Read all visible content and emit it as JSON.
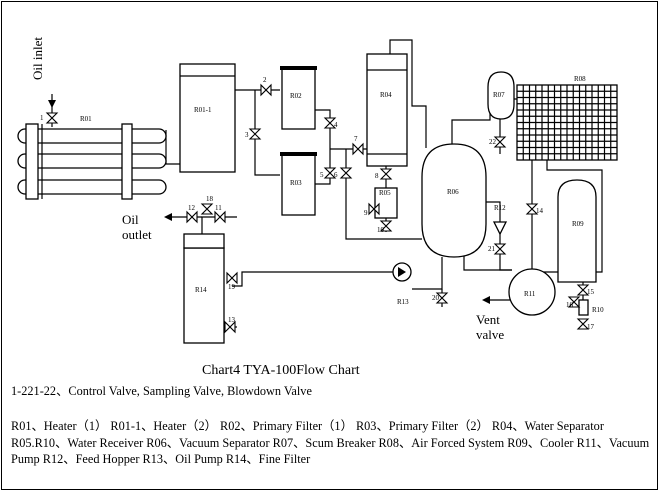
{
  "diagram": {
    "title": "Chart4 TYA-100Flow Chart",
    "stream_labels": {
      "oil_inlet": "Oil inlet",
      "oil_outlet_1": "Oil",
      "oil_outlet_2": "outlet",
      "vent_1": "Vent",
      "vent_2": "valve"
    },
    "equipment": {
      "r01": "R01",
      "r01_1": "R01-1",
      "r02": "R02",
      "r03": "R03",
      "r04": "R04",
      "r05": "R05",
      "r06": "R06",
      "r07": "R07",
      "r08": "R08",
      "r09": "R09",
      "r10": "R10",
      "r11": "R11",
      "r12": "R12",
      "r13": "R13",
      "r14": "R14"
    },
    "valves": [
      "1",
      "2",
      "3",
      "4",
      "5",
      "6",
      "7",
      "8",
      "9",
      "10",
      "11",
      "12",
      "13",
      "14",
      "15",
      "16",
      "17",
      "18",
      "19",
      "20",
      "21",
      "22"
    ],
    "legend": {
      "valves_line": "1-221-22、Control Valve, Sampling Valve, Blowdown Valve",
      "equipment_line": "R01、Heater（1） R01-1、Heater（2） R02、Primary Filter（1） R03、Primary Filter（2） R04、Water Separator R05.R10、Water Receiver R06、Vacuum Separator R07、Scum Breaker R08、Air Forced System R09、Cooler R11、Vacuum Pump R12、Feed Hopper R13、Oil Pump R14、Fine Filter"
    }
  }
}
